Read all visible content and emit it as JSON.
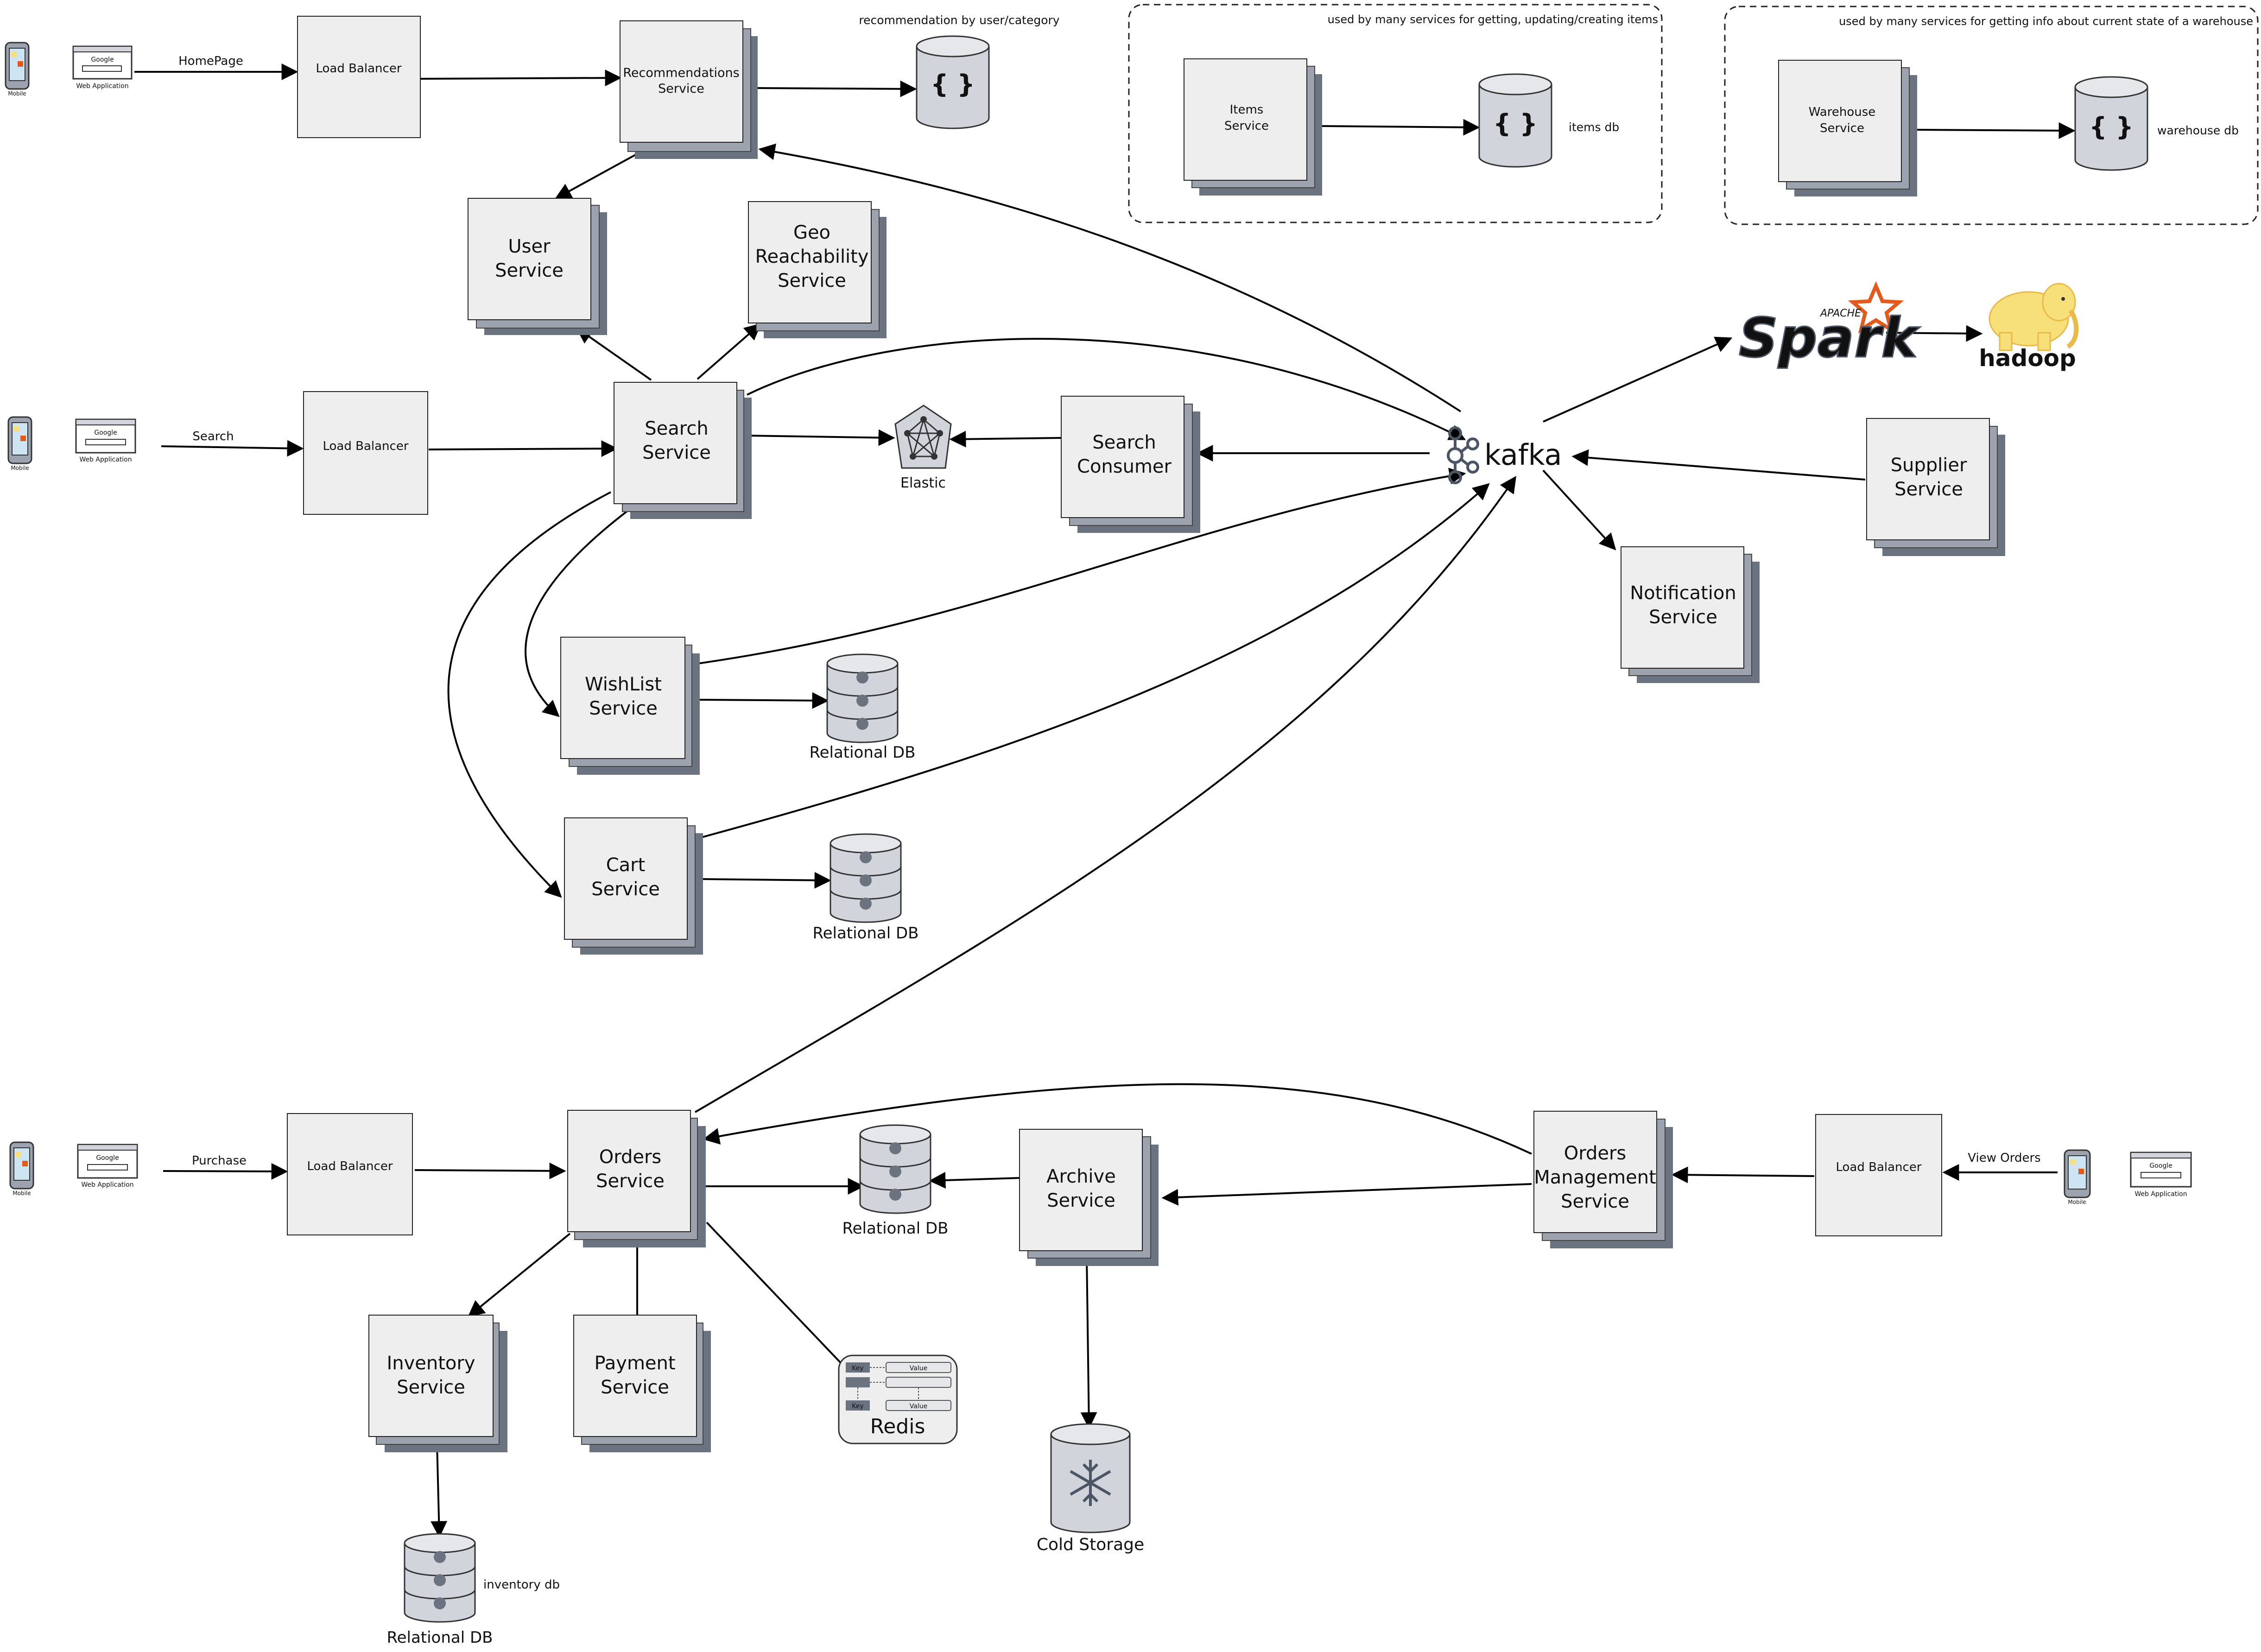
{
  "clients": {
    "mobile_label": "Mobile",
    "web_label": "Web Application",
    "browser_logo": "Google"
  },
  "edges": {
    "homepage": "HomePage",
    "search": "Search",
    "purchase": "Purchase",
    "view_orders": "View Orders"
  },
  "load_balancers": {
    "homepage": "Load Balancer",
    "search": "Load Balancer",
    "purchase": "Load Balancer",
    "view_orders": "Load Balancer"
  },
  "services": {
    "recommendations": [
      "Recommendations",
      "Service"
    ],
    "user": [
      "User",
      "Service"
    ],
    "geo": [
      "Geo",
      "Reachability",
      "Service"
    ],
    "search": [
      "Search",
      "Service"
    ],
    "search_consumer": [
      "Search",
      "Consumer"
    ],
    "wishlist": [
      "WishList",
      "Service"
    ],
    "cart": [
      "Cart",
      "Service"
    ],
    "orders": [
      "Orders",
      "Service"
    ],
    "inventory": [
      "Inventory",
      "Service"
    ],
    "payment": [
      "Payment",
      "Service"
    ],
    "archive": [
      "Archive",
      "Service"
    ],
    "orders_mgmt": [
      "Orders",
      "Management",
      "Service"
    ],
    "notification": [
      "Notification",
      "Service"
    ],
    "supplier": [
      "Supplier",
      "Service"
    ],
    "items": [
      "Items",
      "Service"
    ],
    "warehouse": [
      "Warehouse",
      "Service"
    ]
  },
  "stores": {
    "recommendation_db_note": "recommendation by user/category",
    "doc_db_glyph": "{ }",
    "items_db": "items db",
    "warehouse_db": "warehouse db",
    "elastic": "Elastic",
    "wishlist_db": "Relational DB",
    "cart_db": "Relational DB",
    "orders_db": "Relational DB",
    "inventory_db": "Relational DB",
    "inventory_db_note": "inventory db",
    "cold_storage": "Cold Storage",
    "redis": "Redis",
    "redis_key": "Key",
    "redis_value": "Value"
  },
  "groups": {
    "items_note": "used by many services for getting, updating/creating items",
    "warehouse_note": "used by many services for getting info about current state of a warehouse"
  },
  "external": {
    "kafka": "kafka",
    "spark_apache": "APACHE",
    "spark": "Spark",
    "hadoop": "hadoop"
  },
  "colors": {
    "box_fill": "#eeeeee",
    "shadow_dark": "#6b7280",
    "shadow_mid": "#9ca3af",
    "db_fill": "#d1d5db",
    "spark_orange": "#e25a1c",
    "hadoop_yellow": "#f7e07a"
  }
}
